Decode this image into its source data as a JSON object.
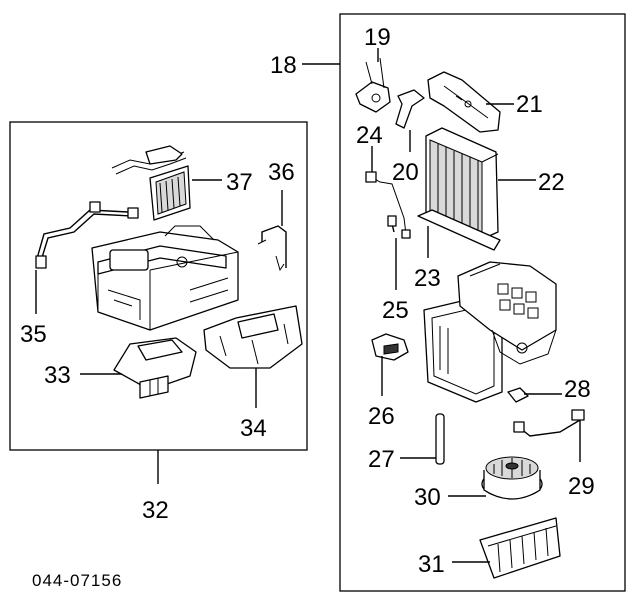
{
  "diagram_code": "044-07156",
  "labels": {
    "p18": "18",
    "p19": "19",
    "p20": "20",
    "p21": "21",
    "p22": "22",
    "p23": "23",
    "p24": "24",
    "p25": "25",
    "p26": "26",
    "p27": "27",
    "p28": "28",
    "p29": "29",
    "p30": "30",
    "p31": "31",
    "p32": "32",
    "p33": "33",
    "p34": "34",
    "p35": "35",
    "p36": "36",
    "p37": "37"
  }
}
